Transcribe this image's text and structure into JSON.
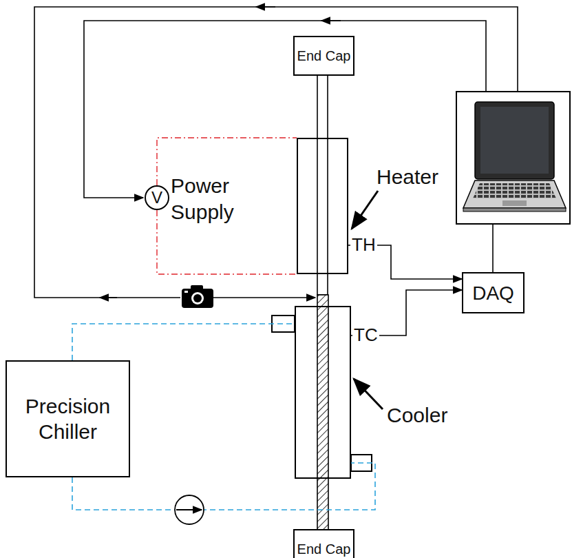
{
  "diagram": {
    "nodes": [
      {
        "text": [
          "End Cap"
        ]
      },
      {
        "text": [
          "V",
          "Power Supply"
        ]
      },
      {
        "text": [
          "Heater"
        ]
      },
      {
        "text": [
          "DAQ"
        ]
      },
      {
        "text": [
          "Cooler"
        ]
      },
      {
        "text": [
          "Precision Chiller"
        ]
      },
      {
        "text": [
          "End Cap"
        ]
      }
    ],
    "edges": [
      {
        "from": 1,
        "to": 2,
        "arrow": "none"
      },
      {
        "from": 1,
        "to": 2,
        "arrow": "none"
      },
      {
        "from": 2,
        "to": 3,
        "label": "TH",
        "arrow": "to"
      },
      {
        "from": 4,
        "to": 3,
        "label": "TC",
        "arrow": "to"
      },
      {
        "from": 5,
        "to": 4,
        "arrow": "none"
      },
      {
        "from": 5,
        "to": 4,
        "arrow": "none"
      }
    ]
  }
}
